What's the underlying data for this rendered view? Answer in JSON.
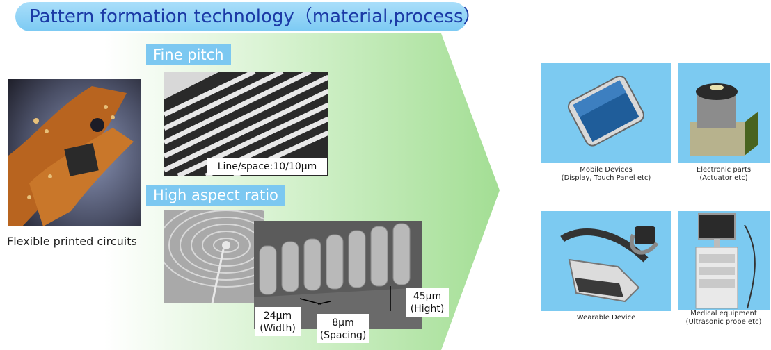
{
  "header": {
    "title": "Pattern formation technology（material,process）"
  },
  "left": {
    "caption": "Flexible printed circuits"
  },
  "fine_pitch": {
    "label": "Fine pitch",
    "spec": "Line/space:10/10μm"
  },
  "high_aspect": {
    "label": "High aspect ratio",
    "width": {
      "value": "24μm",
      "label": "(Width)"
    },
    "spacing": {
      "value": "8μm",
      "label": "(Spacing)"
    },
    "height": {
      "value": "45μm",
      "label": "(Hight)"
    }
  },
  "applications": {
    "mobile": {
      "line1": "Mobile Devices",
      "line2": "(Display, Touch Panel etc)"
    },
    "parts": {
      "line1": "Electronic parts",
      "line2": "(Actuator etc)"
    },
    "wearable": {
      "line1": "Wearable Device"
    },
    "medical": {
      "line1": "Medical equipment",
      "line2": "(Ultrasonic probe etc)"
    }
  },
  "colors": {
    "title_bg": "#8fd3f7",
    "title_text": "#1b3aa6",
    "label_bg": "#7cc8f1",
    "arrow_green": "#a8e09a",
    "tile_bg": "#7ccaf1"
  }
}
